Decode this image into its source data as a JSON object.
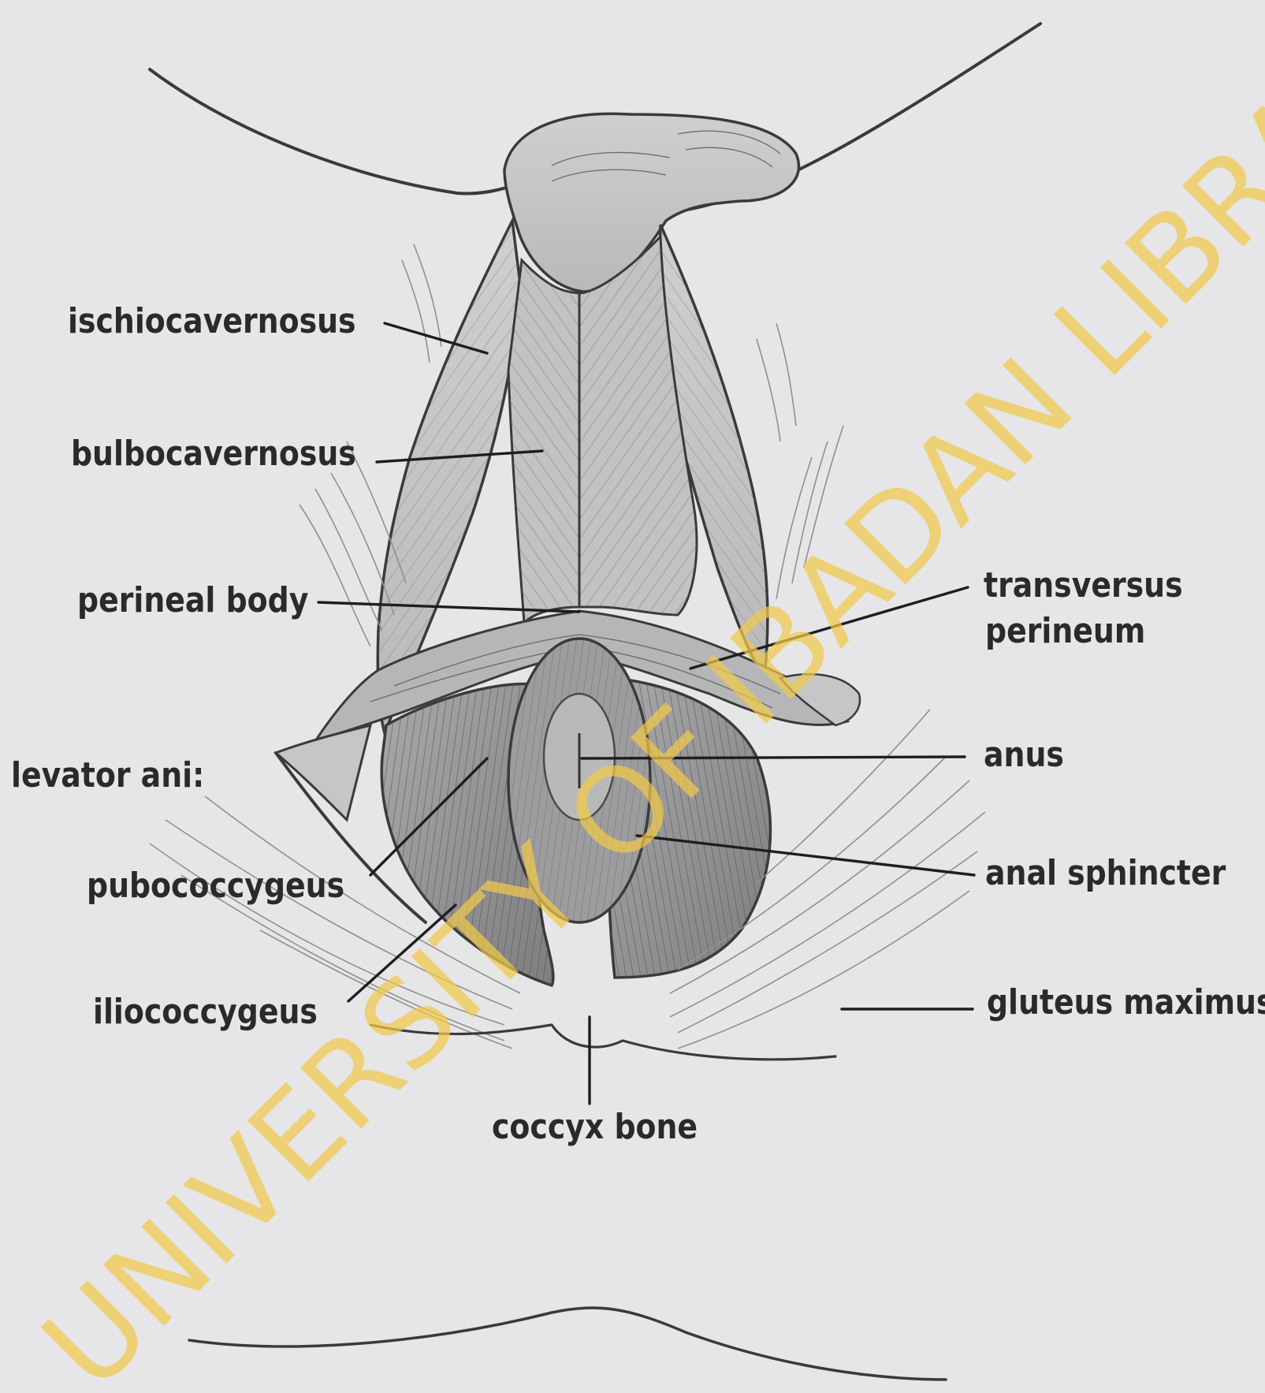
{
  "labels": {
    "ischiocavernosus": "ischiocavernosus",
    "bulbocavernosus": "bulbocavernosus",
    "perineal_body": "perineal body",
    "levator_ani": "levator ani:",
    "pubococcygeus": "pubococcygeus",
    "iliococcygeus": "iliococcygeus",
    "transversus_perineum_line1": "transversus",
    "transversus_perineum_line2": "perineum",
    "anus": "anus",
    "anal_sphincter": "anal sphincter",
    "gluteus_maximus": "gluteus maximus",
    "coccyx_bone": "coccyx bone"
  },
  "watermark": {
    "text": "UNIVERSITY OF IBADAN LIBRARY",
    "color": "#f1c84a"
  },
  "colors": {
    "background": "#e6e6e8",
    "drawing": "#3a3a3a",
    "label_text": "#2a2a2a"
  }
}
